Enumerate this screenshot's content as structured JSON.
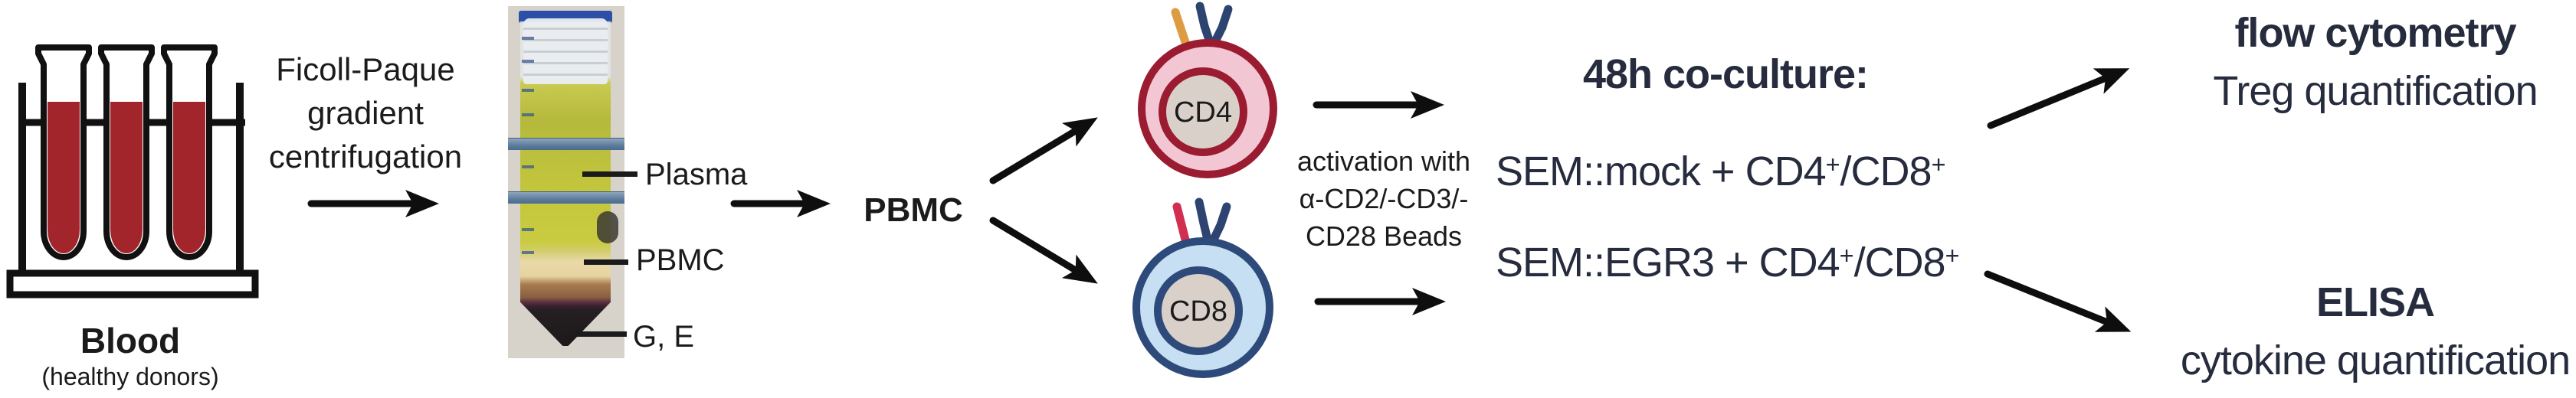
{
  "colors": {
    "text-dark": "#1b1b1b",
    "text-navy": "#262c3e",
    "arrow-black": "#0e0e0e",
    "blood-red": "#a1252b",
    "cd4-membrane": "#f2c7d3",
    "cd4-border": "#9b1b31",
    "cd8-membrane": "#c6dff2",
    "cd8-border": "#2d4a7a",
    "nucleus-fill": "#d9d1c9",
    "receptor-navy": "#2e4470",
    "receptor-orange": "#dd9c44",
    "receptor-red": "#d22e52",
    "photo-bg": "#d7d3ca",
    "cap-blue": "#2c4fa8",
    "clamp-blue": "#64809e"
  },
  "source": {
    "blood_title": "Blood",
    "blood_subtitle": "(healthy donors)"
  },
  "ficoll": {
    "line1": "Ficoll-Paque",
    "line2": "gradient",
    "line3": "centrifugation"
  },
  "gradient_tube": {
    "plasma": "Plasma",
    "pbmc": "PBMC",
    "ge": "G, E"
  },
  "pbmc": {
    "label": "PBMC"
  },
  "cells": {
    "cd4": {
      "label": "CD4"
    },
    "cd8": {
      "label": "CD8"
    }
  },
  "activation": {
    "line1": "activation with",
    "line2": "α-CD2/-CD3/-",
    "line3": "CD28 Beads"
  },
  "coculture": {
    "title": "48h co-culture:",
    "conditions": [
      {
        "segments": [
          {
            "t": "SEM::mock + CD4"
          },
          {
            "t": "+",
            "sup": true
          },
          {
            "t": "/CD8"
          },
          {
            "t": "+",
            "sup": true
          }
        ]
      },
      {
        "segments": [
          {
            "t": "SEM::EGR3 + CD4"
          },
          {
            "t": "+",
            "sup": true
          },
          {
            "t": "/CD8"
          },
          {
            "t": "+",
            "sup": true
          }
        ]
      }
    ]
  },
  "readouts": {
    "flow": {
      "title": "flow cytometry",
      "subtitle": "Treg quantification"
    },
    "elisa": {
      "title": "ELISA",
      "subtitle": "cytokine quantification"
    }
  }
}
